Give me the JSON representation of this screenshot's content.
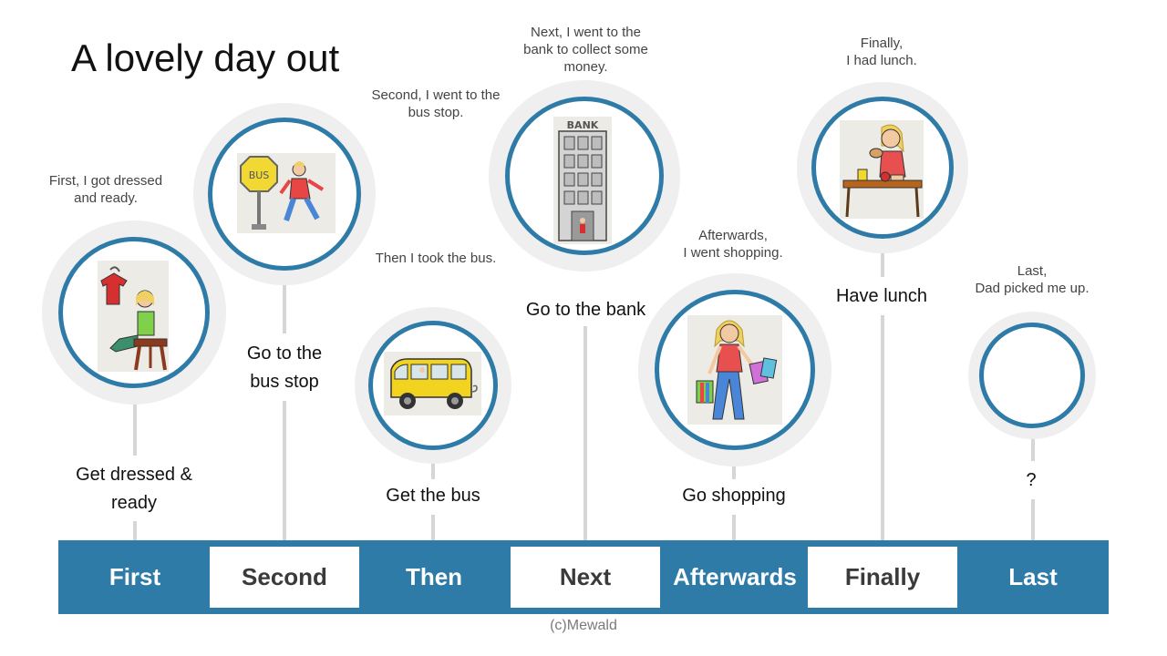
{
  "title": "A lovely day out",
  "copyright": "(c)Mewald",
  "colors": {
    "accent": "#2e7ba8",
    "halo": "#efefef",
    "stem": "#d6d6d6"
  },
  "steps": [
    {
      "word": "First",
      "caption": [
        "First, I got dressed",
        "and ready."
      ],
      "label": [
        "Get dressed &",
        "ready"
      ],
      "picture": "girl-getting-dressed-picture"
    },
    {
      "word": "Second",
      "caption": [
        "Second, I went to the",
        "bus stop."
      ],
      "label": [
        "Go to the",
        "bus stop"
      ],
      "picture": "bus-stop-picture"
    },
    {
      "word": "Then",
      "caption": [
        "Then I took the bus."
      ],
      "label": [
        "Get the bus"
      ],
      "picture": "yellow-bus-picture"
    },
    {
      "word": "Next",
      "caption": [
        "Next, I went to the",
        "bank to collect some",
        "money."
      ],
      "label": [
        "Go to the bank"
      ],
      "picture": "bank-building-picture",
      "picture_text": "BANK"
    },
    {
      "word": "Afterwards",
      "caption": [
        "Afterwards,",
        "I went shopping."
      ],
      "label": [
        "Go shopping"
      ],
      "picture": "girl-shopping-picture"
    },
    {
      "word": "Finally",
      "caption": [
        "Finally,",
        "I had lunch."
      ],
      "label": [
        "Have lunch"
      ],
      "picture": "girl-eating-lunch-picture"
    },
    {
      "word": "Last",
      "caption": [
        "Last,",
        "Dad picked me up."
      ],
      "label": [
        "?"
      ],
      "picture": ""
    }
  ],
  "bus_stop_sign": "BUS"
}
